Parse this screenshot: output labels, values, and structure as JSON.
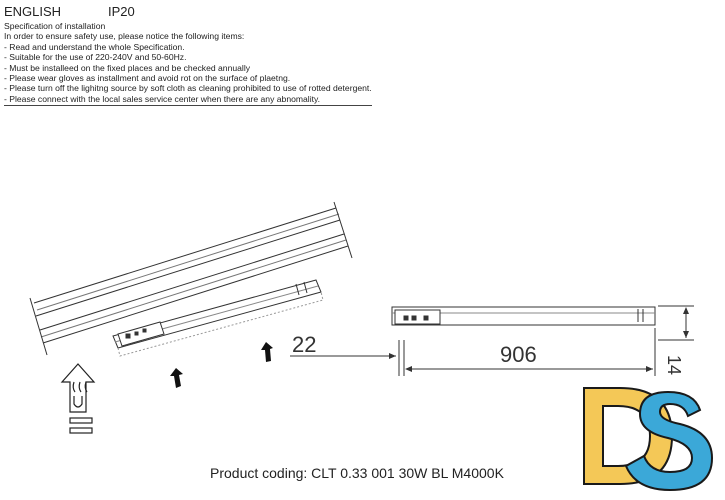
{
  "header": {
    "language": "ENGLISH",
    "ip_rating": "IP20"
  },
  "specification": {
    "title": "Specification of installation",
    "intro": "In order to ensure safety use, please notice the following items:",
    "items": [
      "- Read and understand the whole Specification.",
      "- Suitable for the use of 220-240V and 50-60Hz.",
      "- Must be installeed on the fixed places and be checked annually",
      "- Please wear gloves as installment and avoid rot on the surface of plaetng.",
      "- Please turn off the lighitng source by soft cloth as cleaning prohibited to use of rotted detergent.",
      "- Please connect with the local sales service center when there are any abnomality."
    ]
  },
  "dimensions": {
    "offset": "22",
    "length": "906",
    "height": "14"
  },
  "product": {
    "coding": "Product coding: CLT 0.33 001 30W BL M4000K"
  },
  "logo": {
    "text": "DS",
    "colors": {
      "d": "#f4c857",
      "s": "#3ba8d8",
      "outline": "#1a1a1a"
    }
  }
}
